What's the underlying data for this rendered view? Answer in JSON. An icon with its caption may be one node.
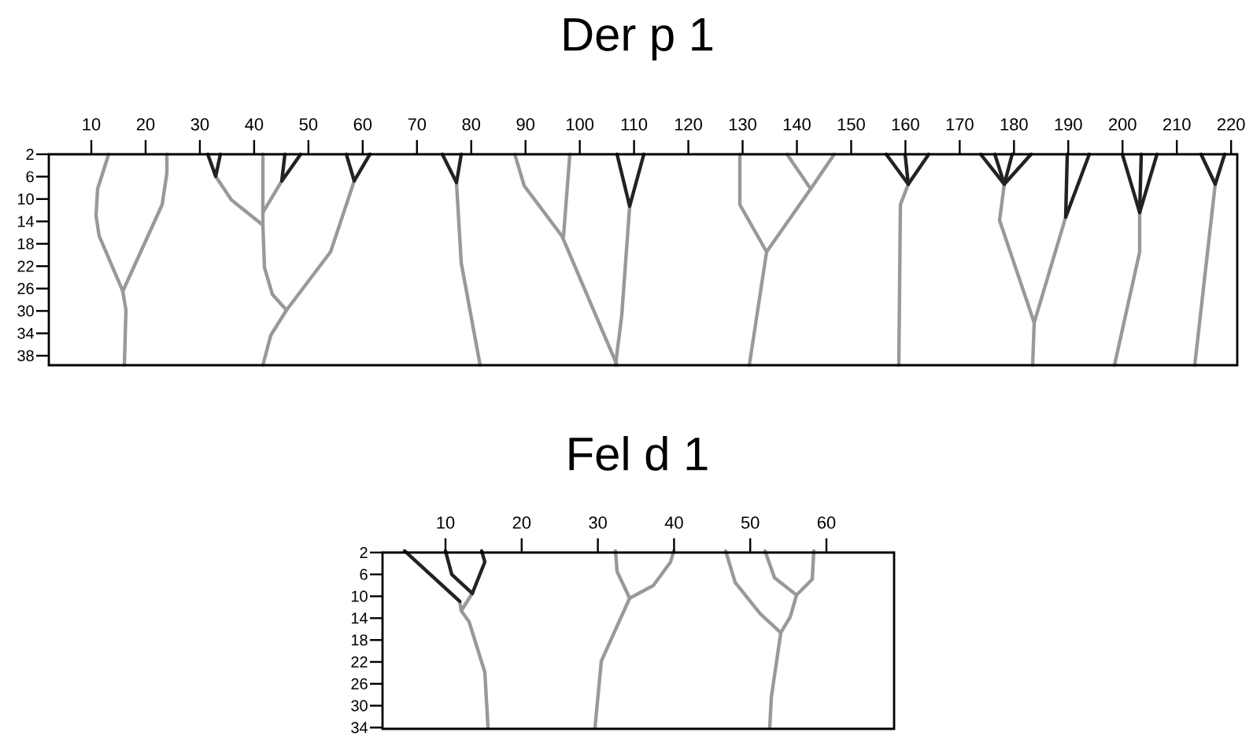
{
  "diagram": {
    "labels": [
      "Der p 1",
      "10",
      "20",
      "30",
      "40",
      "50",
      "60",
      "70",
      "80",
      "90",
      "100",
      "110",
      "120",
      "130",
      "140",
      "150",
      "160",
      "170",
      "180",
      "190",
      "200",
      "210",
      "220",
      "2",
      "6",
      "10",
      "14",
      "18",
      "22",
      "26",
      "30",
      "34",
      "38",
      "Fel d 1",
      "10",
      "20",
      "30",
      "40",
      "50",
      "60",
      "2",
      "6",
      "10",
      "14",
      "18",
      "22",
      "26",
      "30",
      "34"
    ]
  }
}
